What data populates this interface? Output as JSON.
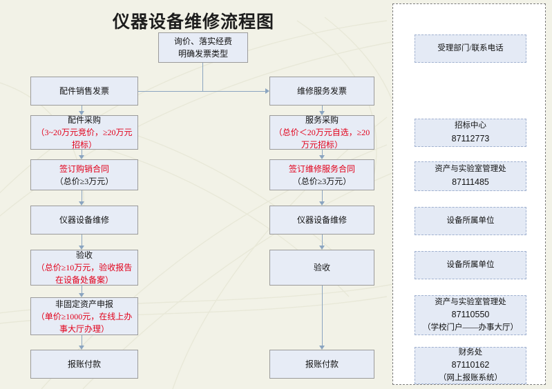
{
  "title": "仪器设备维修流程图",
  "flow": {
    "start": {
      "lines": [
        "询价、落实经费",
        "明确发票类型"
      ]
    },
    "left_column": [
      {
        "name": "parts-invoice",
        "lines": [
          {
            "t": "配件销售发票",
            "c": "black"
          }
        ]
      },
      {
        "name": "parts-procurement",
        "lines": [
          {
            "t": "配件采购",
            "c": "black"
          },
          {
            "t": "（3~20万元竞价，≥20万元招标）",
            "c": "red"
          }
        ]
      },
      {
        "name": "sign-sales-contract",
        "lines": [
          {
            "t": "签订购销合同",
            "c": "red"
          },
          {
            "t": "（总价≥3万元）",
            "c": "black"
          }
        ]
      },
      {
        "name": "equipment-repair-left",
        "lines": [
          {
            "t": "仪器设备维修",
            "c": "black"
          }
        ]
      },
      {
        "name": "acceptance-left",
        "lines": [
          {
            "t": "验收",
            "c": "black"
          },
          {
            "t": "（总价≥10万元，验收报告在设备处备案）",
            "c": "red"
          }
        ]
      },
      {
        "name": "non-fixed-asset-declaration",
        "lines": [
          {
            "t": "非固定资产申报",
            "c": "black"
          },
          {
            "t": "（单价≥1000元，在线上办事大厅办理）",
            "c": "red"
          }
        ]
      },
      {
        "name": "reimbursement-payment-left",
        "lines": [
          {
            "t": "报账付款",
            "c": "black"
          }
        ]
      }
    ],
    "right_column": [
      {
        "name": "service-invoice",
        "lines": [
          {
            "t": "维修服务发票",
            "c": "black"
          }
        ]
      },
      {
        "name": "service-procurement",
        "lines": [
          {
            "t": "服务采购",
            "c": "black"
          },
          {
            "t": "（总价＜20万元自选，≥20万元招标）",
            "c": "red"
          }
        ]
      },
      {
        "name": "sign-service-contract",
        "lines": [
          {
            "t": "签订维修服务合同",
            "c": "red"
          },
          {
            "t": "（总价≥3万元）",
            "c": "black"
          }
        ]
      },
      {
        "name": "equipment-repair-right",
        "lines": [
          {
            "t": "仪器设备维修",
            "c": "black"
          }
        ]
      },
      {
        "name": "acceptance-right",
        "lines": [
          {
            "t": "验收",
            "c": "black"
          }
        ]
      },
      {
        "name": "reimbursement-payment-right",
        "lines": [
          {
            "t": "报账付款",
            "c": "black"
          }
        ]
      }
    ]
  },
  "panel": {
    "header": {
      "lines": [
        "受理部门/联系电话"
      ]
    },
    "items": [
      {
        "name": "bidding-center",
        "lines": [
          "招标中心",
          "87112773"
        ]
      },
      {
        "name": "asset-lab-office-1",
        "lines": [
          "资产与实验室管理处",
          "87111485"
        ]
      },
      {
        "name": "equipment-owner-unit-1",
        "lines": [
          "设备所属单位"
        ]
      },
      {
        "name": "equipment-owner-unit-2",
        "lines": [
          "设备所属单位"
        ]
      },
      {
        "name": "asset-lab-office-2",
        "lines": [
          "资产与实验室管理处",
          "87110550",
          "（学校门户——办事大厅）"
        ]
      },
      {
        "name": "finance-office",
        "lines": [
          "财务处",
          "87110162",
          "（网上报账系统）"
        ]
      }
    ]
  },
  "colors": {
    "background": "#f2f2e7",
    "box_fill": "#e7ecf6",
    "box_border": "#9a9a9a",
    "connector": "#8aa4c0",
    "accent_red": "#e2001a",
    "panel_box_fill": "#e4eaf5"
  }
}
